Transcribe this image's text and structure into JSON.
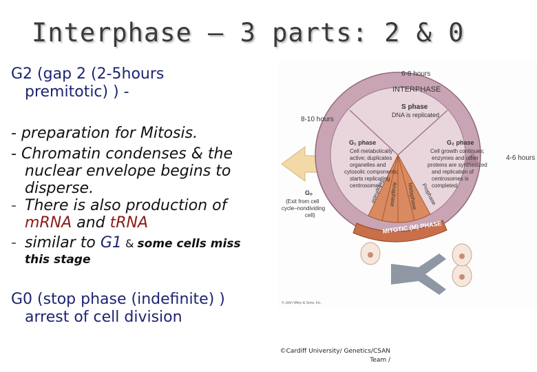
{
  "title": "Interphase – 3 parts: 2 & 0",
  "g2": {
    "line1": "G2 (gap 2 (2-5hours",
    "line2": "premitotic) ) -"
  },
  "bullets": [
    {
      "marker": "-",
      "lines": [
        "preparation for Mitosis."
      ]
    },
    {
      "marker": "-",
      "lines": [
        "Chromatin condenses & the",
        "nuclear envelope begins to",
        "disperse."
      ]
    },
    {
      "marker": "-",
      "lines": [
        "There is also production of"
      ],
      "red_line": [
        "m",
        "RNA",
        " and ",
        "t",
        "RNA"
      ]
    },
    {
      "marker": "-",
      "lead": "similar to ",
      "g1": "G1",
      "amp": " & ",
      "tail": "some cells miss",
      "tail2": "this stage"
    }
  ],
  "g0": {
    "line1": "G0 (stop phase (indefinite) )",
    "line2": "arrest of cell division"
  },
  "footer": {
    "line1": "©Cardiff University/ Genetics/CSAN",
    "line2": "Team /"
  },
  "diagram": {
    "label_6_8": "6-8 hours",
    "label_8_10": "8-10 hours",
    "label_4_6": "4-6 hours",
    "interphase": "INTERPHASE",
    "s_phase_title": "S phase",
    "s_phase_desc": "DNA is replicated",
    "g1_title": "G₁ phase",
    "g1_desc": [
      "Cell metabolically",
      "active; duplicates",
      "organelles and",
      "cytosolic components;",
      "starts replicating",
      "centrosomes."
    ],
    "g2_title": "G₂ phase",
    "g2_desc": [
      "Cell growth continues;",
      "enzymes and other",
      "proteins are synthesized",
      "and replication of",
      "centrosomes is",
      "completed."
    ],
    "g0_title": "G₀",
    "g0_desc": [
      "(Exit from cell",
      "cycle–nondividing",
      "cell)"
    ],
    "mitotic": "MITOTIC (M) PHASE",
    "prophase": "Prophase",
    "metaphase": "Metaphase",
    "anaphase": "Anaphase",
    "telophase": "Telophase",
    "copyright": "© John Wiley & Sons, Inc.",
    "colors": {
      "ring": "#c9a4b4",
      "ring_dark": "#a07888",
      "inner": "#e9d6dd",
      "mitotic": "#c9704a",
      "arrow": "#f3d9a8",
      "gray_arrow": "#8e97a3"
    }
  }
}
